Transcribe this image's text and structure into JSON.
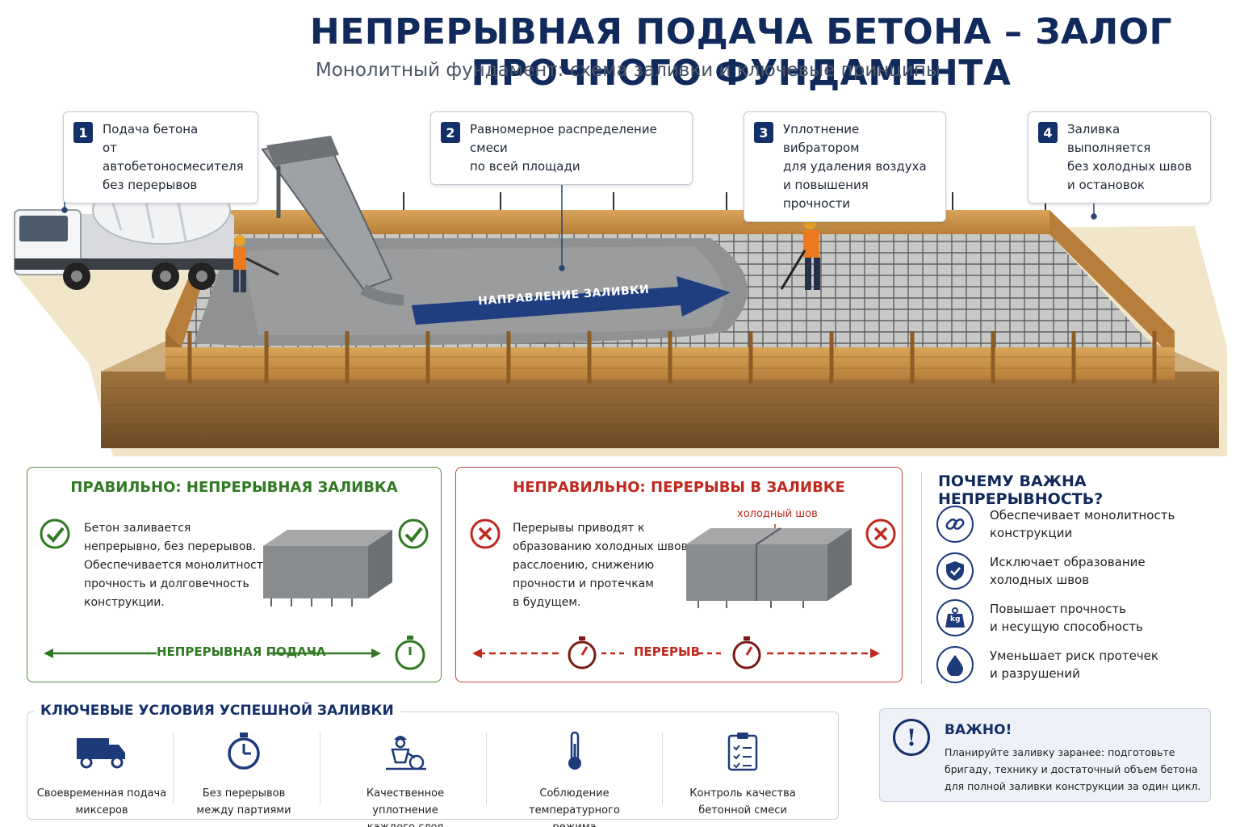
{
  "header": {
    "title": "НЕПРЕРЫВНАЯ ПОДАЧА БЕТОНА – ЗАЛОГ ПРОЧНОГО ФУНДАМЕНТА",
    "subtitle": "Монолитный фундамент: схема заливки и ключевые принципы"
  },
  "steps": [
    {
      "num": "1",
      "text": "Подача бетона\nот автобетоносмесителя\nбез перерывов"
    },
    {
      "num": "2",
      "text": "Равномерное распределение смеси\nпо всей площади"
    },
    {
      "num": "3",
      "text": "Уплотнение вибратором\nдля удаления воздуха\nи повышения прочности"
    },
    {
      "num": "4",
      "text": "Заливка выполняется\nбез холодных швов\nи остановок"
    }
  ],
  "scene": {
    "direction_label": "НАПРАВЛЕНИЕ ЗАЛИВКИ"
  },
  "correct": {
    "title": "ПРАВИЛЬНО: НЕПРЕРЫВНАЯ ЗАЛИВКА",
    "text": "Бетон заливается\nнепрерывно, без перерывов.\nОбеспечивается монолитность,\nпрочность и долговечность\nконструкции.",
    "bar_label": "НЕПРЕРЫВНАЯ ПОДАЧА",
    "color": "#2f7a22"
  },
  "wrong": {
    "title": "НЕПРАВИЛЬНО: ПЕРЕРЫВЫ В ЗАЛИВКЕ",
    "text": "Перерывы приводят к\nобразованию холодных швов,\nрасслоению, снижению\nпрочности и протечкам\nв будущем.",
    "seam_label": "холодный шов",
    "bar_label": "ПЕРЕРЫВ",
    "color": "#c0281e"
  },
  "why": {
    "title": "ПОЧЕМУ ВАЖНА НЕПРЕРЫВНОСТЬ?",
    "items": [
      {
        "icon": "chain-link-icon",
        "text": "Обеспечивает монолитность\nконструкции"
      },
      {
        "icon": "shield-check-icon",
        "text": "Исключает образование\nхолодных швов"
      },
      {
        "icon": "weight-kg-icon",
        "text": "Повышает прочность\nи несущую способность",
        "badge": "kg"
      },
      {
        "icon": "water-drop-icon",
        "text": "Уменьшает риск протечек\nи разрушений"
      }
    ]
  },
  "conditions": {
    "title": "КЛЮЧЕВЫЕ УСЛОВИЯ УСПЕШНОЙ ЗАЛИВКИ",
    "items": [
      {
        "icon": "truck-icon",
        "text": "Своевременная подача\nмиксеров"
      },
      {
        "icon": "stopwatch-icon",
        "text": "Без перерывов\nмежду партиями"
      },
      {
        "icon": "worker-vibrator-icon",
        "text": "Качественное уплотнение\nкаждого слоя"
      },
      {
        "icon": "thermometer-icon",
        "text": "Соблюдение температурного\nрежима"
      },
      {
        "icon": "checklist-icon",
        "text": "Контроль качества\nбетонной смеси"
      }
    ]
  },
  "important": {
    "badge": "!",
    "title": "ВАЖНО!",
    "text": "Планируйте заливку заранее: подготовьте бригаду, технику и достаточный объем бетона для полной заливки конструкции за один цикл."
  },
  "colors": {
    "navy": "#13306a",
    "green": "#2f7a22",
    "red": "#c0281e",
    "wood": "#c98f45",
    "concrete": "#8d8f92"
  }
}
